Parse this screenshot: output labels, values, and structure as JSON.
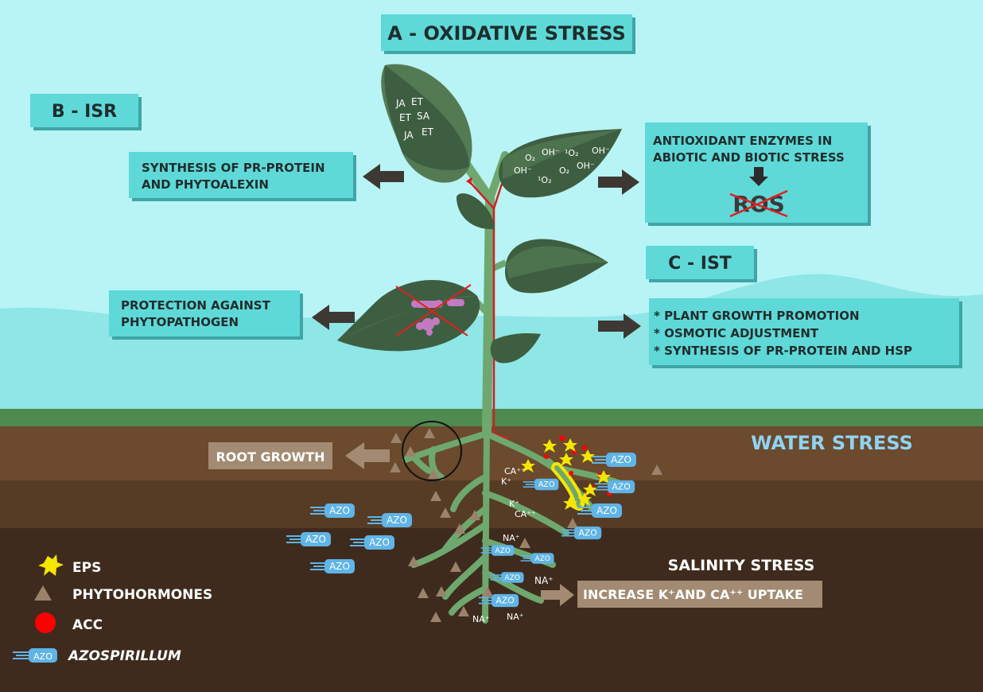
{
  "headers": {
    "a": "A - OXIDATIVE STRESS",
    "b": "B - ISR",
    "c": "C - IST"
  },
  "boxes": {
    "synthesis": [
      "SYNTHESIS OF PR-PROTEIN",
      "AND PHYTOALEXIN"
    ],
    "antioxidant": [
      "ANTIOXIDANT ENZYMES IN",
      "ABIOTIC AND BIOTIC STRESS"
    ],
    "ros": "ROS",
    "protection": [
      "PROTECTION AGAINST",
      "PHYTOPATHOGEN"
    ],
    "ist_items": [
      "* PLANT GROWTH PROMOTION",
      "* OSMOTIC ADJUSTMENT",
      "* SYNTHESIS  OF PR-PROTEIN AND HSP"
    ],
    "root_growth": "ROOT GROWTH",
    "uptake": "INCREASE K⁺AND CA⁺⁺ UPTAKE"
  },
  "stress": {
    "water": "WATER STRESS",
    "salinity": "SALINITY STRESS"
  },
  "leaf_labels": {
    "hormones": [
      "JA",
      "ET",
      "ET",
      "SA",
      "JA",
      "ET"
    ],
    "ros_species": [
      "O₂",
      "OH⁻",
      "¹O₂",
      "OH⁻",
      "OH⁻",
      "O₂",
      "OH⁻",
      "¹O₂"
    ]
  },
  "ions": {
    "ca": "CA⁺⁺",
    "k": "K⁺",
    "na": "NA⁺"
  },
  "azo": "AZO",
  "legend": [
    {
      "icon": "eps-icon",
      "label": "EPS",
      "color": "#f5e600"
    },
    {
      "icon": "phytohormone-icon",
      "label": "PHYTOHORMONES",
      "color": "#9b826b"
    },
    {
      "icon": "acc-icon",
      "label": "ACC",
      "color": "#ff0000"
    },
    {
      "icon": "azospirillum-icon",
      "label": "AZOSPIRILLUM",
      "color": "#5fb4e8"
    }
  ],
  "colors": {
    "sky": "#b8f3f5",
    "hills": "#8ee6e6",
    "grass": "#4f8a4f",
    "soil_top": "#6b4a2d",
    "soil_mid": "#563b25",
    "soil_deep": "#3f2b1d",
    "box": "#5fd8d8",
    "leaf_dark": "#3d5e40",
    "leaf_mid": "#547a54",
    "stem": "#6ea86e",
    "arrow": "#3d3833",
    "azo": "#5fb4e8",
    "brown_label": "#a38b73"
  }
}
